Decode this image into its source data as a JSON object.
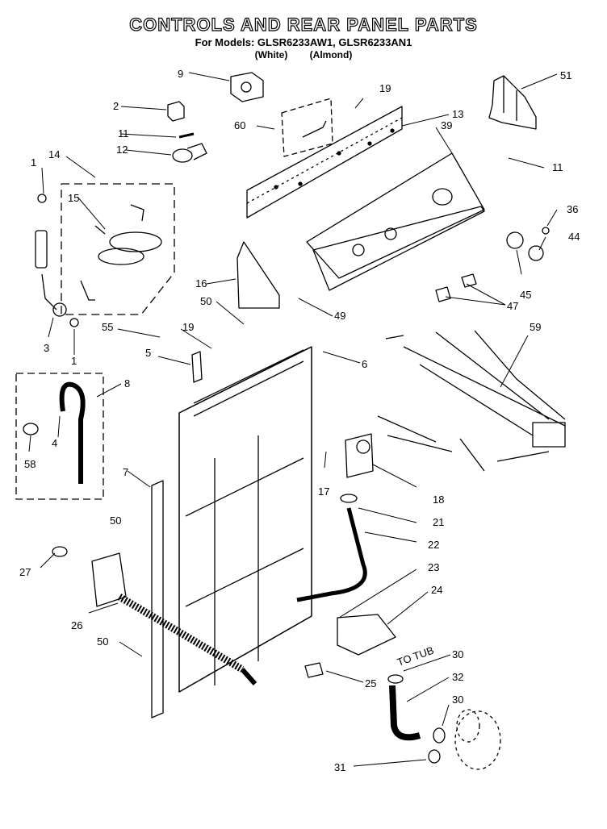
{
  "title": "CONTROLS AND REAR PANEL PARTS",
  "models_line": "For Models: GLSR6233AW1, GLSR6233AN1",
  "variants": [
    "(White)",
    "(Almond)"
  ],
  "annotations": {
    "to_tub": "TO TUB"
  },
  "callouts": [
    "9",
    "19",
    "51",
    "2",
    "60",
    "13",
    "39",
    "11",
    "12",
    "11",
    "14",
    "1",
    "15",
    "36",
    "44",
    "16",
    "45",
    "50",
    "49",
    "47",
    "55",
    "19",
    "59",
    "3",
    "1",
    "5",
    "6",
    "8",
    "4",
    "58",
    "7",
    "17",
    "18",
    "21",
    "22",
    "50",
    "23",
    "24",
    "27",
    "26",
    "25",
    "50",
    "30",
    "32",
    "30",
    "31"
  ]
}
